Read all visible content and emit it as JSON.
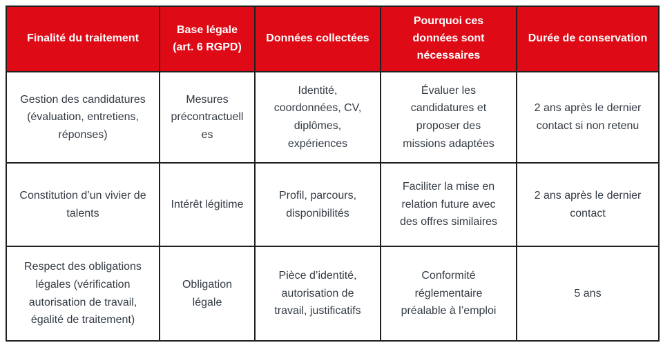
{
  "colors": {
    "header_background": "#de0a15",
    "header_text": "#ffffff",
    "body_text": "#333b44",
    "grid_border": "#1f1f1f",
    "page_background": "#ffffff"
  },
  "table": {
    "columns": [
      "Finalité du traitement",
      "Base légale (art. 6 RGPD)",
      "Données collectées",
      "Pourquoi ces données sont nécessaires",
      "Durée de conservation"
    ],
    "rows": [
      [
        "Gestion des candidatures (évaluation, entretiens, réponses)",
        "Mesures précontractuelles",
        "Identité, coordonnées, CV, diplômes, expériences",
        "Évaluer les candidatures et proposer des missions adaptées",
        "2 ans après le dernier contact si non retenu"
      ],
      [
        "Constitution d’un vivier de talents",
        "Intérêt légitime",
        "Profil, parcours, disponibilités",
        "Faciliter la mise en relation future avec des offres similaires",
        "2 ans après le dernier contact"
      ],
      [
        "Respect des obligations légales (vérification autorisation de travail, égalité de traitement)",
        "Obligation légale",
        "Pièce d’identité, autorisation de travail, justificatifs",
        "Conformité réglementaire préalable à l’emploi",
        "5 ans"
      ]
    ]
  }
}
